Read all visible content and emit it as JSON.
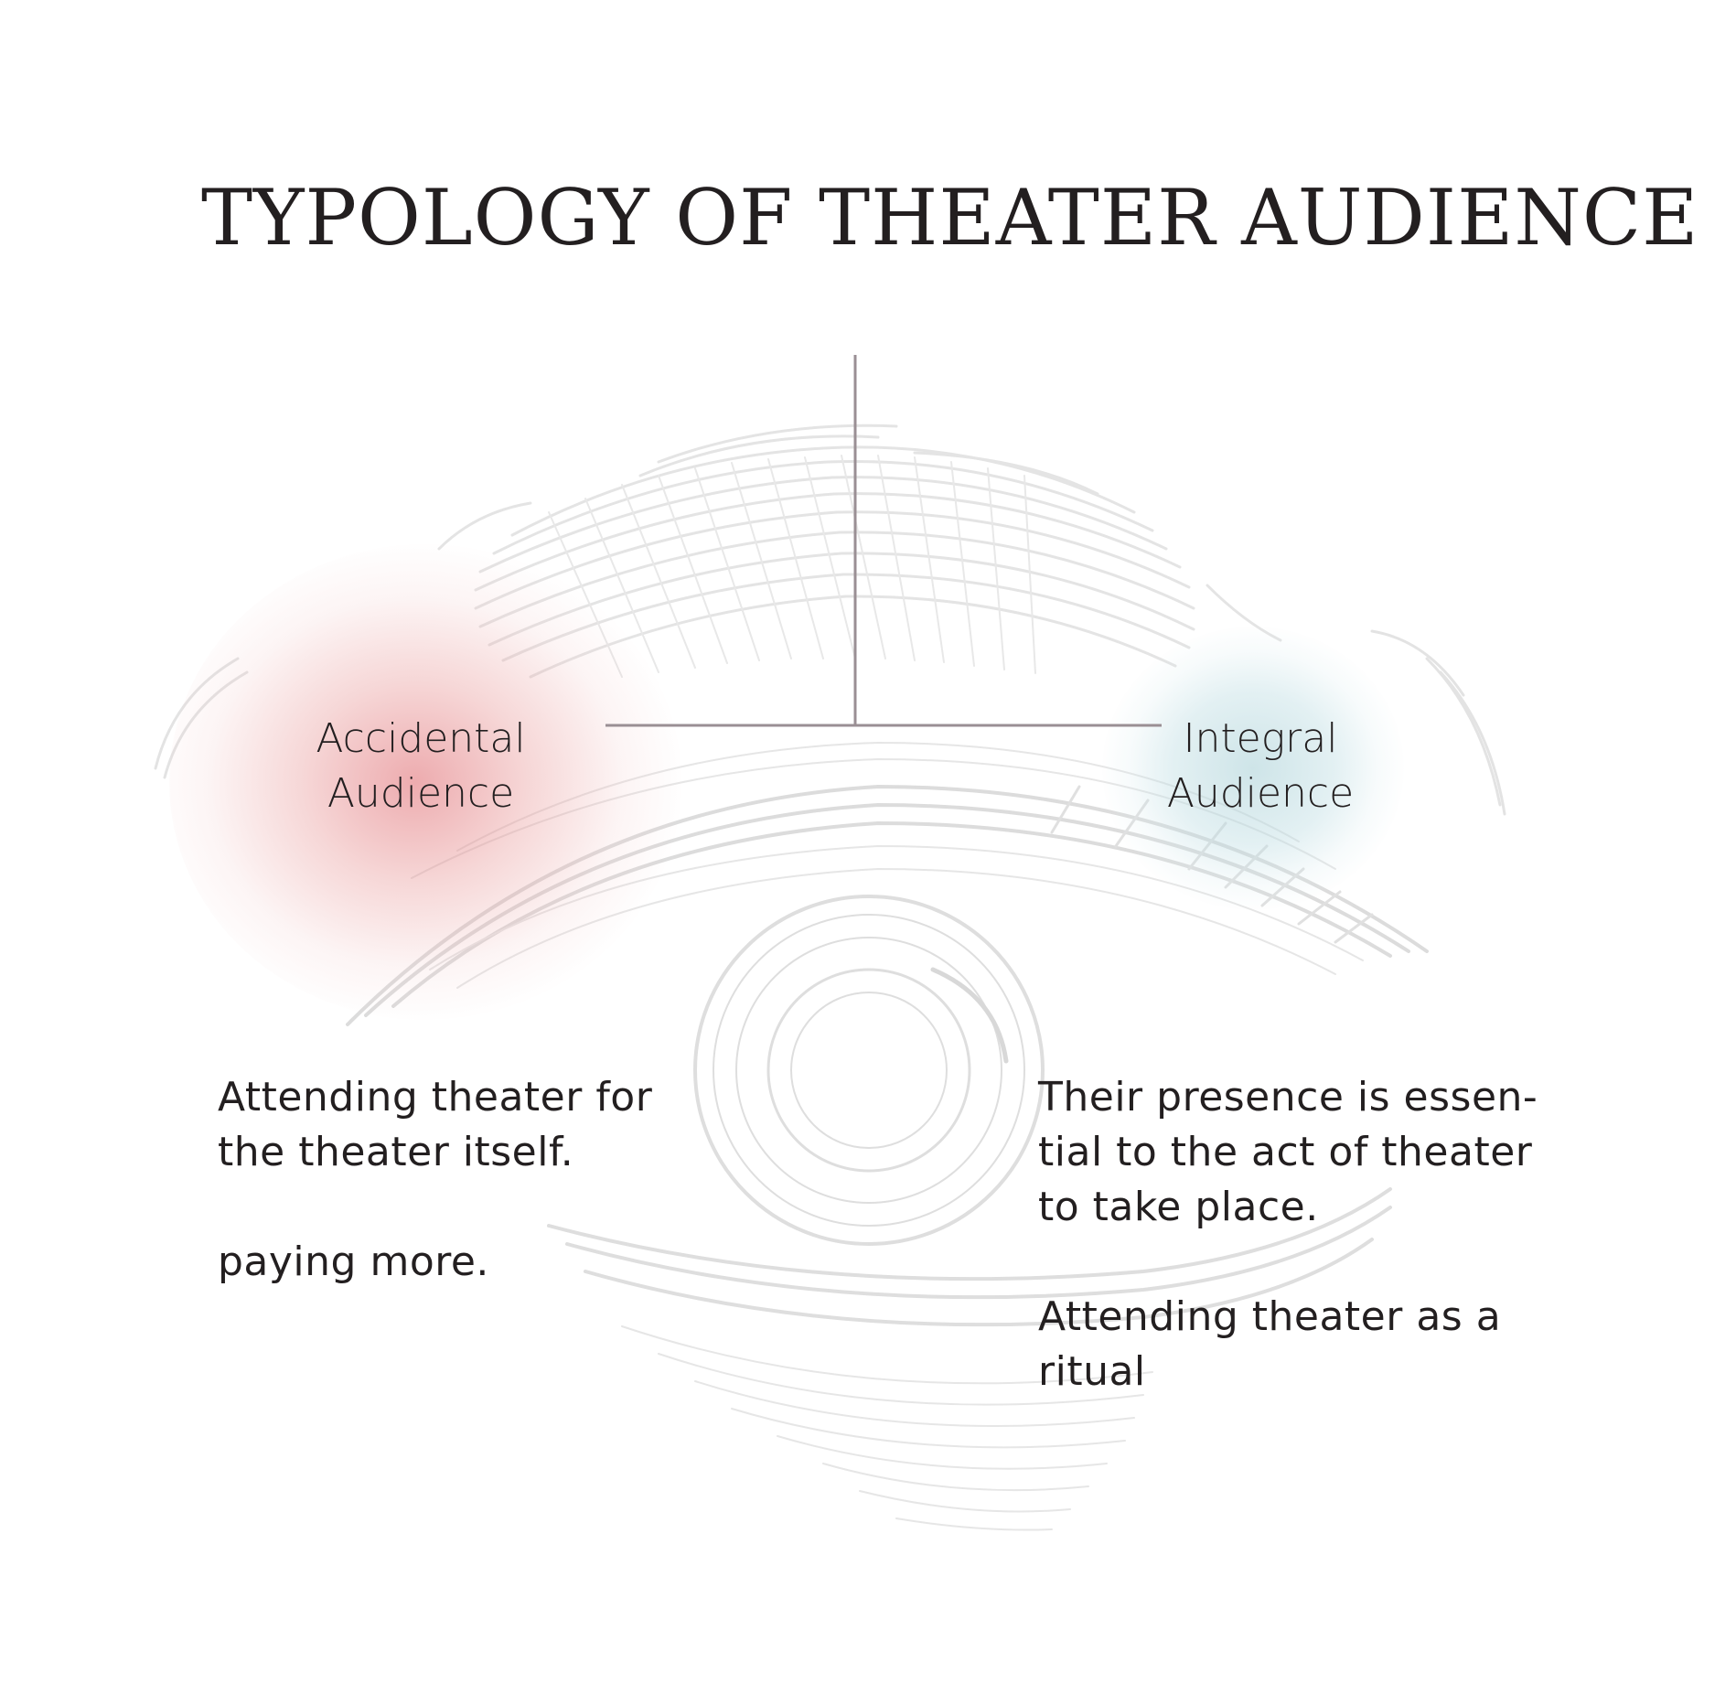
{
  "title": "TYPOLOGY OF THEATER AUDIENCE",
  "nodes": {
    "accidental": {
      "line1": "Accidental",
      "line2": "Audience",
      "glow_color": "#e2787d"
    },
    "integral": {
      "line1": "Integral",
      "line2": "Audience",
      "glow_color": "#b0d4da"
    }
  },
  "descriptions": {
    "left": {
      "p1_line1": "Attending theater for",
      "p1_line2": "the theater itself.",
      "p2_line1": "paying more."
    },
    "right": {
      "p1_line1": "Their presence is essen-",
      "p1_line2": "tial to the act of theater",
      "p1_line3": "to take place.",
      "p2_line1": "Attending theater as a",
      "p2_line2": "ritual"
    }
  },
  "colors": {
    "connector": "#9a8f94",
    "text": "#231f20",
    "eye_engraving": "#e6e6e6"
  },
  "background_image": "engraved-eye-illustration"
}
